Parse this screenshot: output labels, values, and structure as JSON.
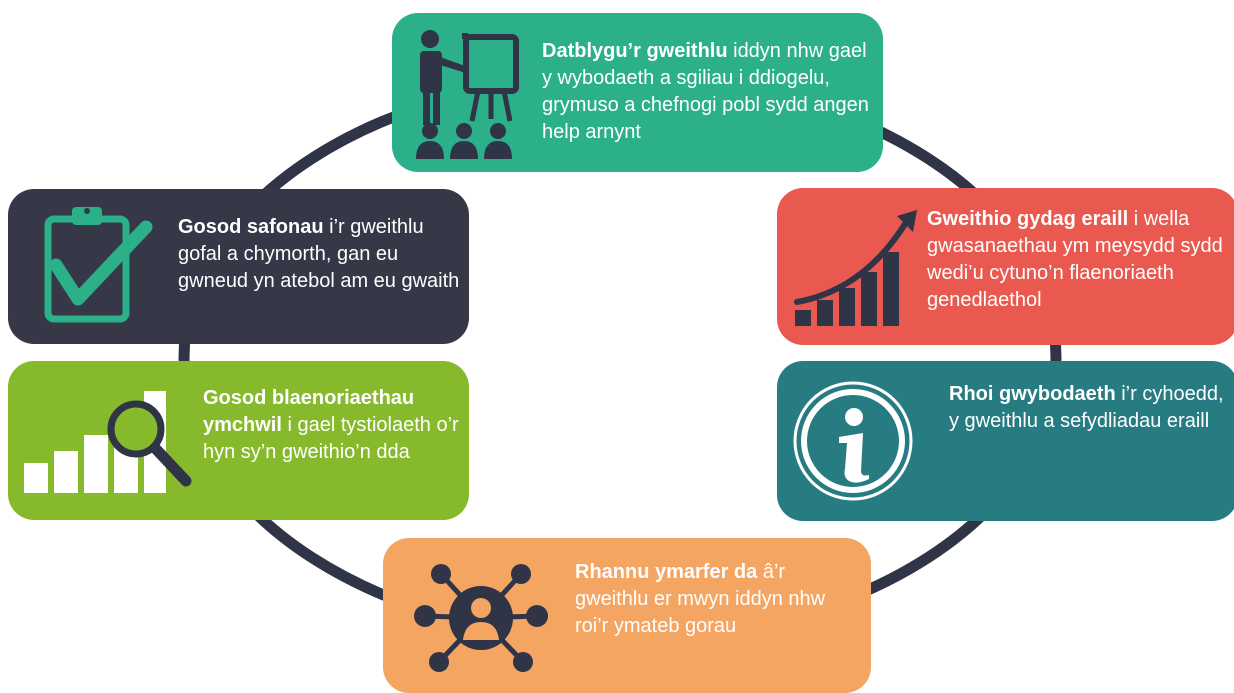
{
  "colors": {
    "ring": "#2f3446",
    "card_top": "#2bb08a",
    "card_left": "#363848",
    "card_right": "#e9594f",
    "card_lightgreen": "#86b92b",
    "card_teal": "#277c82",
    "card_orange": "#f4a562"
  },
  "cards": [
    {
      "icon": "presentation-icon",
      "bold": "Datblygu’r gweithlu",
      "text": " iddyn nhw gael y wybodaeth a sgiliau i ddiogelu, grymuso a chefnogi pobl sydd angen help arnynt"
    },
    {
      "icon": "clipboard-check-icon",
      "bold": "Gosod safonau",
      "text": " i’r gweithlu gofal a chymorth, gan eu gwneud yn atebol am eu gwaith"
    },
    {
      "icon": "growth-chart-icon",
      "bold": "Gweithio gydag eraill",
      "text": " i wella gwasanaethau ym meysydd sydd wedi’u cytuno’n flaenoriaeth genedlaethol"
    },
    {
      "icon": "research-chart-magnifier-icon",
      "bold": "Gosod blaenoriaethau ymchwil",
      "text": " i gael tystiolaeth o’r hyn sy’n gweithio’n dda"
    },
    {
      "icon": "information-icon",
      "bold": "Rhoi gwybodaeth",
      "text": " i’r cyhoedd, y gweithlu a sefydliadau eraill"
    },
    {
      "icon": "network-person-icon",
      "bold": "Rhannu ymarfer da",
      "text": " â’r gweithlu er mwyn iddyn nhw roi’r ymateb gorau"
    }
  ]
}
